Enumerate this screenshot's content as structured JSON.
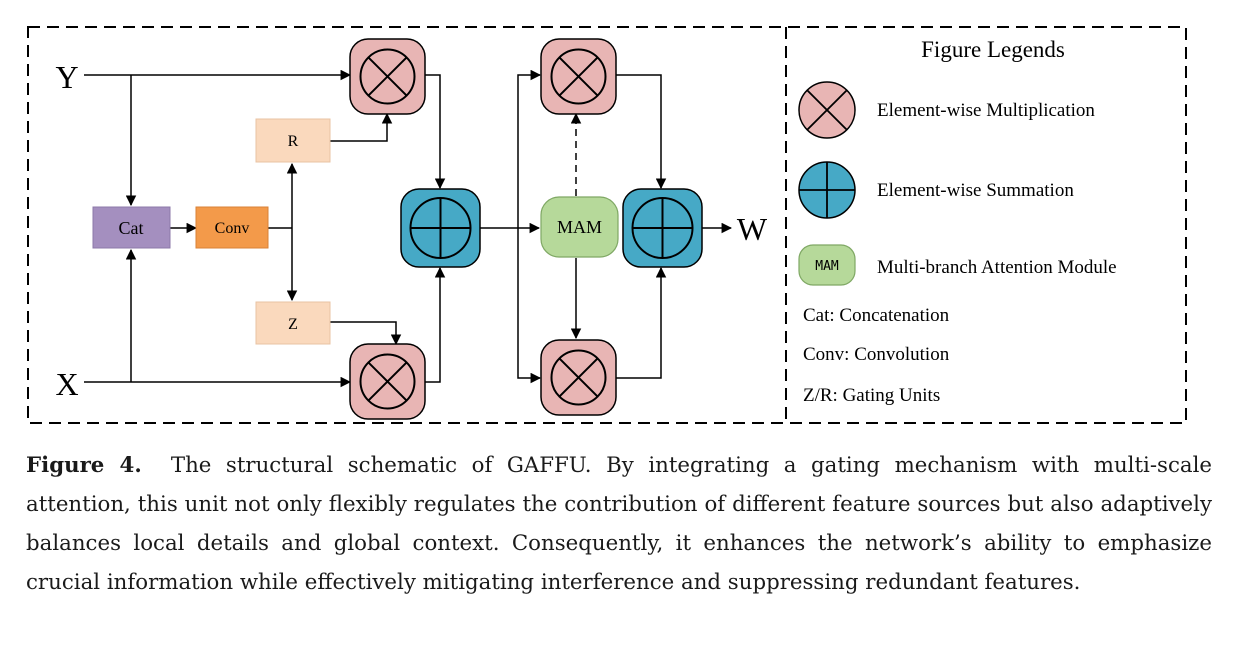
{
  "diagram": {
    "inputs": {
      "y": "Y",
      "x": "X"
    },
    "output": "W",
    "blocks": {
      "cat": "Cat",
      "conv": "Conv",
      "r": "R",
      "z": "Z",
      "mam": "MAM"
    },
    "legend": {
      "title": "Figure Legends",
      "multiplication": "Element-wise Multiplication",
      "summation": "Element-wise Summation",
      "mam_icon": "MAM",
      "mam": "Multi-branch Attention Module",
      "cat": "Cat: Concatenation",
      "conv": "Conv: Convolution",
      "zr": "Z/R: Gating Units"
    },
    "colors": {
      "multiply": "#e8b5b4",
      "sum": "#46a9c6",
      "mam": "#b6d99a",
      "cat": "#a48fbf",
      "conv": "#f39a4a",
      "gate": "#fad9bd"
    }
  },
  "caption": {
    "label": "Figure 4.",
    "text": "The structural schematic of GAFFU. By integrating a gating mechanism with multi-scale attention, this unit not only flexibly regulates the contribution of different feature sources but also adaptively balances local details and global context. Consequently, it enhances the network’s ability to emphasize crucial information while effectively mitigating interference and suppressing redundant features."
  }
}
